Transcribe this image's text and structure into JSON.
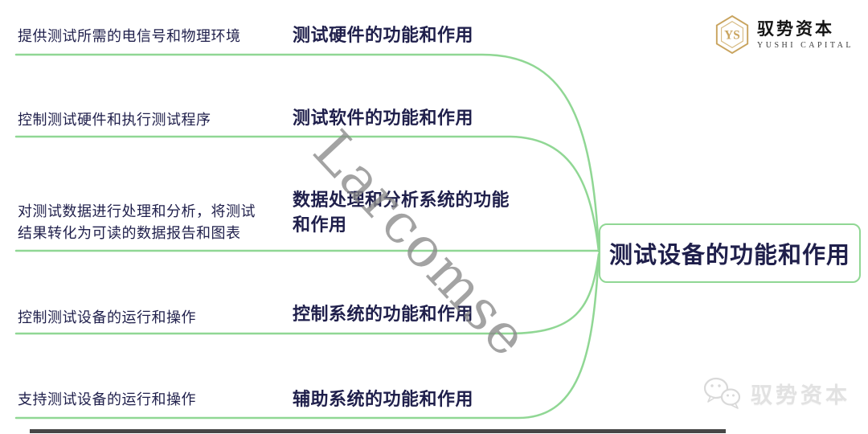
{
  "root": {
    "label": "测试设备的功能和作用"
  },
  "branches": [
    {
      "heading": "测试硬件的功能和作用",
      "label": "提供测试所需的电信号和物理环境"
    },
    {
      "heading": "测试软件的功能和作用",
      "label": "控制测试硬件和执行测试程序"
    },
    {
      "heading": "数据处理和分析系统的功能\n和作用",
      "label": "对测试数据进行处理和分析，将测试\n结果转化为可读的数据报告和图表"
    },
    {
      "heading": "控制系统的功能和作用",
      "label": "控制测试设备的运行和操作"
    },
    {
      "heading": "辅助系统的功能和作用",
      "label": "支持测试设备的运行和操作"
    }
  ],
  "watermark": {
    "text": "Larcomse"
  },
  "brand": {
    "monogram": "YS",
    "name_cn": "驭势资本",
    "name_en": "YUSHI CAPITAL"
  },
  "footer": {
    "name_cn": "驭势资本"
  },
  "colors": {
    "branch_green": "#90d794",
    "text_navy": "#1f1f4b",
    "brand_gold": "#c9a45f",
    "watermark_gray": "#8a8a8a",
    "footer_gray": "#e2e2e2",
    "divider_dark": "#474747"
  }
}
